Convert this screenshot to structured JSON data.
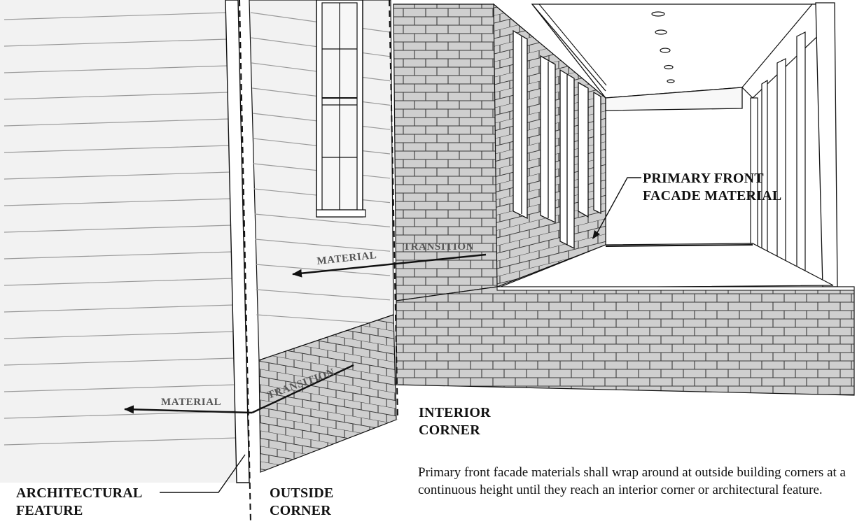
{
  "labels": {
    "architectural_feature": [
      "ARCHITECTURAL",
      "FEATURE"
    ],
    "outside_corner": [
      "OUTSIDE",
      "CORNER"
    ],
    "interior_corner": [
      "INTERIOR",
      "CORNER"
    ],
    "primary_front_facade": [
      "PRIMARY FRONT",
      "FACADE MATERIAL"
    ]
  },
  "annotations": {
    "material_upper": "MATERIAL",
    "transition_upper": "TRANSITION",
    "material_lower": "MATERIAL",
    "transition_lower": "TRANSITION"
  },
  "caption": "Primary front facade materials shall wrap around at outside building corners at a continuous height until they reach an interior corner or architectural feature.",
  "colors": {
    "siding": "#f2f2f2",
    "brick": "#cfcfcf",
    "mortar": "#3a3a3a",
    "line": "#111111"
  }
}
